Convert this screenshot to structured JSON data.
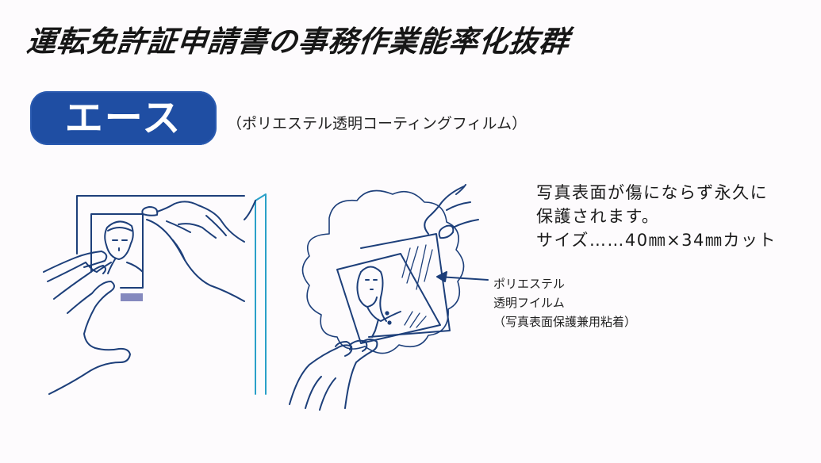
{
  "headline": "運転免許証申請書の事務作業能率化抜群",
  "product": {
    "badge_label": "エース",
    "badge_color": "#1f4ea3",
    "subtitle": "（ポリエステル透明コーティングフィルム）"
  },
  "description": {
    "lines": [
      "写真表面が傷にならず永久に",
      "保護されます。",
      "サイズ……40㎜×34㎜カット"
    ]
  },
  "callout": {
    "lines": [
      "ポリエステル",
      "透明フイルム",
      "（写真表面保護兼用粘着）"
    ]
  },
  "illustrations": {
    "left": "hands-applying-film-to-license-photo",
    "right": "film-over-portrait-photo-in-cloud-frame",
    "line_color": "#1d3f7a",
    "accent_color": "#2aa0c8"
  }
}
